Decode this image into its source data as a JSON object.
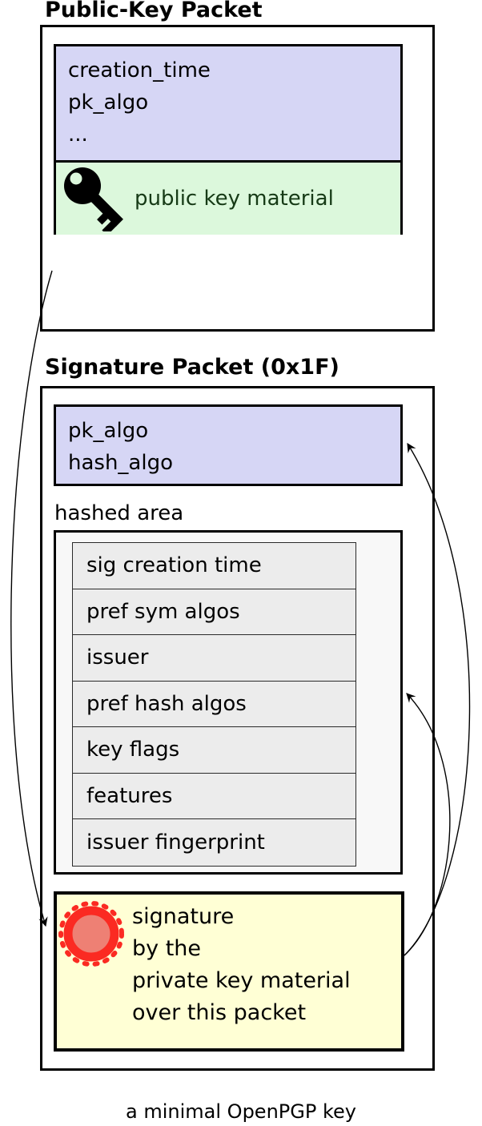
{
  "public_key_packet": {
    "title": "Public-Key Packet",
    "fields": [
      "creation_time",
      "pk_algo",
      "..."
    ],
    "material_label": "public key material"
  },
  "signature_packet": {
    "title": "Signature Packet (0x1F)",
    "fields": [
      "pk_algo",
      "hash_algo"
    ],
    "hashed_area_label": "hashed area",
    "subpackets": [
      "sig creation time",
      "pref sym algos",
      "issuer",
      "pref hash algos",
      "key flags",
      "features",
      "issuer fingerprint"
    ],
    "signature_lines": [
      "signature",
      "by the",
      "private key material",
      "over this packet"
    ]
  },
  "caption": "a minimal OpenPGP key",
  "icons": {
    "key": "key-icon",
    "seal": "seal-icon",
    "arrows": [
      "arrow-pubkey-to-signature",
      "arrow-signature-to-sig-header",
      "arrow-signature-to-hashed-area"
    ]
  },
  "colors": {
    "header_fill": "#d6d6f5",
    "key_material_fill": "#dcf8dc",
    "key_material_text": "#163a16",
    "hashed_area_fill": "#f8f8f8",
    "subpacket_fill": "#ececec",
    "signature_fill": "#ffffd5",
    "seal_ring": "#fb2a22",
    "seal_center": "#ee8074",
    "line_color": "#000000"
  }
}
